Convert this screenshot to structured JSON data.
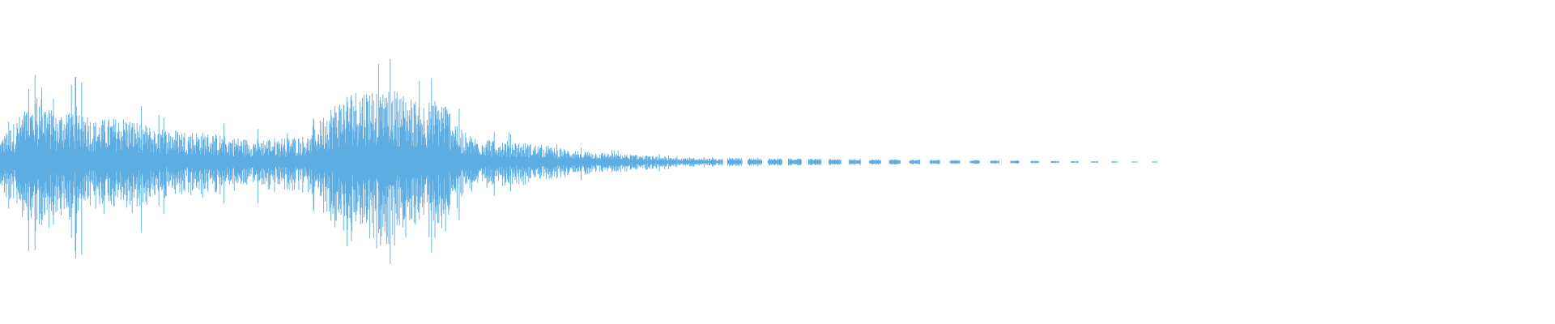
{
  "waveform": {
    "color": "#5dade2",
    "background": "#ffffff",
    "duration_fraction_with_audio": 0.745,
    "envelope": {
      "description_points": [
        [
          0.0,
          0.3
        ],
        [
          0.01,
          0.55
        ],
        [
          0.02,
          0.8
        ],
        [
          0.025,
          0.95
        ],
        [
          0.035,
          0.6
        ],
        [
          0.05,
          0.85
        ],
        [
          0.06,
          0.55
        ],
        [
          0.08,
          0.6
        ],
        [
          0.1,
          0.45
        ],
        [
          0.13,
          0.4
        ],
        [
          0.16,
          0.3
        ],
        [
          0.2,
          0.35
        ],
        [
          0.21,
          0.7
        ],
        [
          0.225,
          0.95
        ],
        [
          0.24,
          1.0
        ],
        [
          0.255,
          0.95
        ],
        [
          0.27,
          0.8
        ],
        [
          0.285,
          0.85
        ],
        [
          0.3,
          0.35
        ],
        [
          0.33,
          0.28
        ],
        [
          0.36,
          0.18
        ],
        [
          0.39,
          0.12
        ],
        [
          0.42,
          0.08
        ],
        [
          0.45,
          0.05
        ],
        [
          0.48,
          0.035
        ],
        [
          0.52,
          0.025
        ],
        [
          0.56,
          0.018
        ],
        [
          0.62,
          0.012
        ],
        [
          0.68,
          0.01
        ],
        [
          0.745,
          0.008
        ]
      ]
    },
    "burst_fractions": [
      0.468,
      0.481,
      0.494,
      0.507,
      0.52,
      0.533,
      0.546,
      0.559,
      0.572,
      0.585,
      0.598,
      0.611,
      0.624,
      0.637,
      0.65,
      0.663,
      0.676,
      0.689,
      0.702,
      0.715,
      0.728,
      0.741
    ]
  }
}
